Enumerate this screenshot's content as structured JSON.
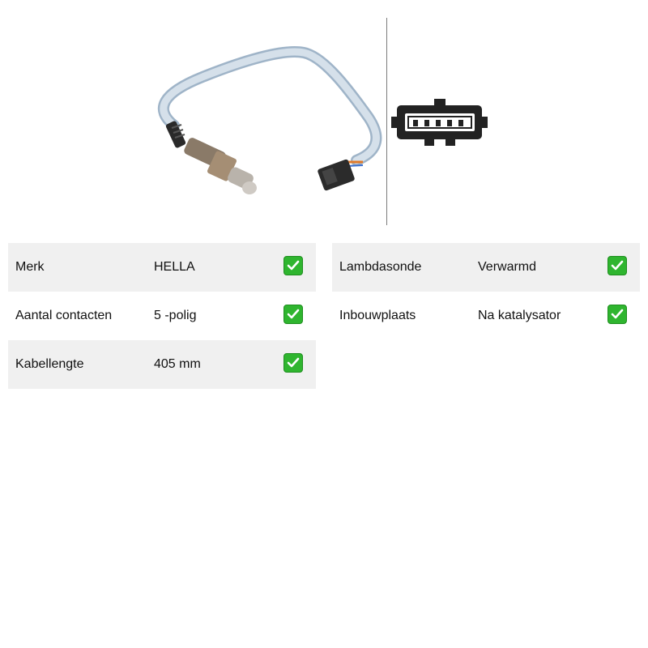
{
  "specs_left": [
    {
      "label": "Merk",
      "value": "HELLA"
    },
    {
      "label": "Aantal contacten",
      "value": "5 -polig"
    },
    {
      "label": "Kabellengte",
      "value": "405 mm"
    }
  ],
  "specs_right": [
    {
      "label": "Lambdasonde",
      "value": "Verwarmd"
    },
    {
      "label": "Inbouwplaats",
      "value": "Na katalysator"
    }
  ],
  "check_icon": "check-mark-icon",
  "colors": {
    "row_shade": "#f0f0f0",
    "check_bg": "#2fb52f",
    "divider": "#7a7a7a",
    "cable": "#c9d6e4"
  }
}
